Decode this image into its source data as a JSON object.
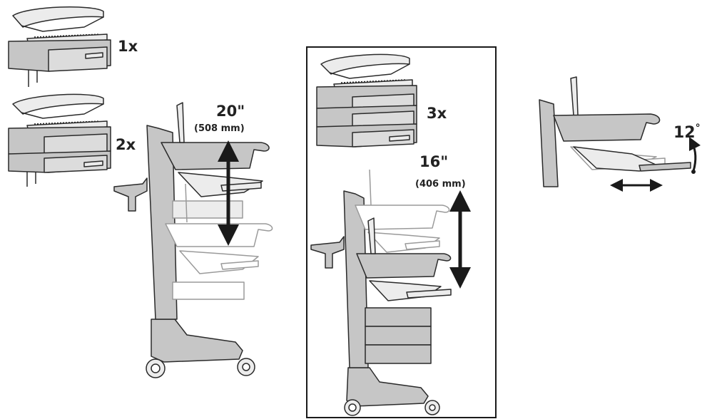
{
  "labels": {
    "one_drawer": "1x",
    "two_drawers": "2x",
    "three_drawers": "3x",
    "height_left_in": "20\"",
    "height_left_mm": "(508 mm)",
    "height_right_in": "16\"",
    "height_right_mm": "(406 mm)",
    "tilt_angle": "12",
    "degree_mark": "°"
  },
  "colors": {
    "stroke": "#2a2a2a",
    "shade": "#c6c6c6",
    "shade_light": "#ececec",
    "ghost": "#bdbdbd",
    "arrow": "#1a1a1a"
  }
}
